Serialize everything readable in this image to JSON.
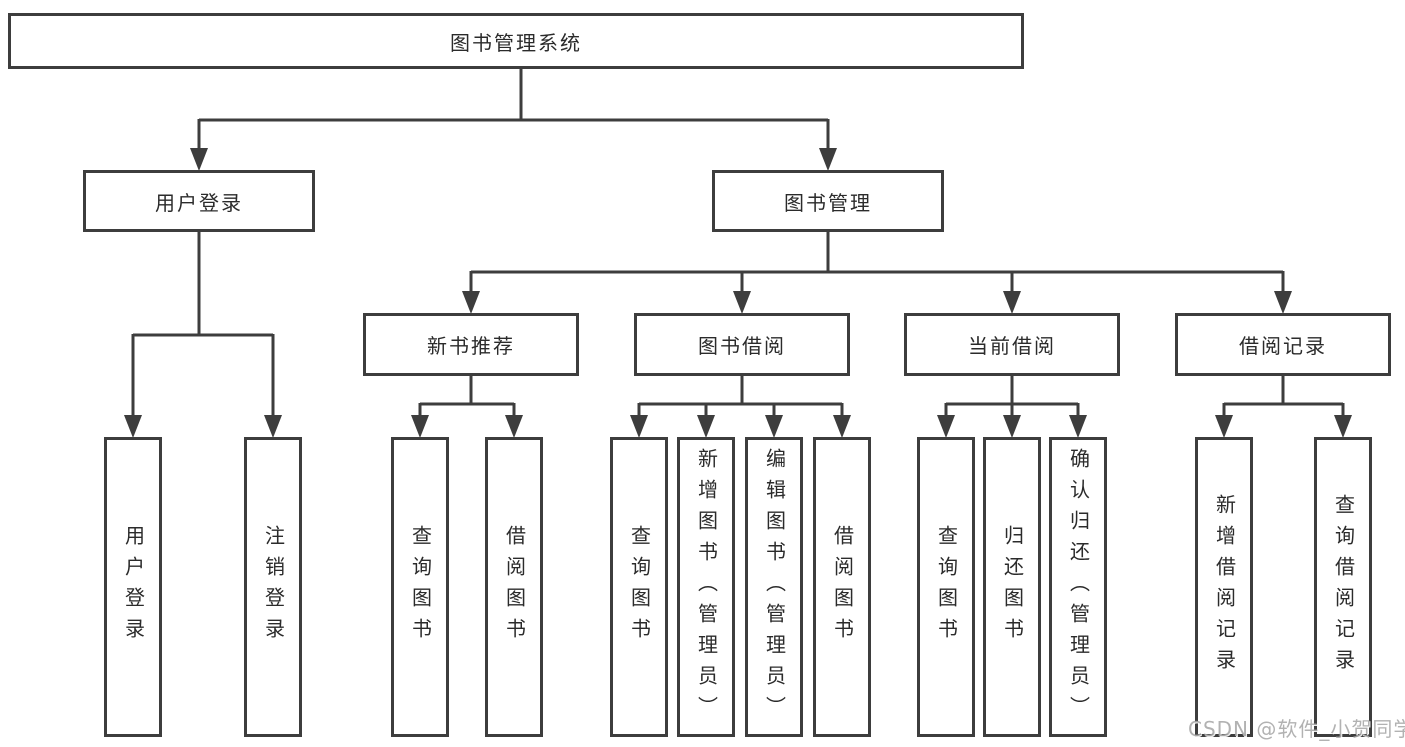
{
  "tree": {
    "root": "图书管理系统",
    "user_login": {
      "label": "用户登录",
      "children": [
        "用户登录",
        "注销登录"
      ]
    },
    "book_mgmt": {
      "label": "图书管理",
      "modules": {
        "new_book": {
          "label": "新书推荐",
          "children": [
            "查询图书",
            "借阅图书"
          ]
        },
        "book_borrow": {
          "label": "图书借阅",
          "children": [
            "查询图书",
            "新增图书（管理员）",
            "编辑图书（管理员）",
            "借阅图书"
          ]
        },
        "current_borrow": {
          "label": "当前借阅",
          "children": [
            "查询图书",
            "归还图书",
            "确认归还（管理员）"
          ]
        },
        "borrow_record": {
          "label": "借阅记录",
          "children": [
            "新增借阅记录",
            "查询借阅记录"
          ]
        }
      }
    }
  },
  "watermark": "CSDN @软件_小贺同学",
  "colors": {
    "line": "#3d3d3d",
    "box_border": "#3d3d3d",
    "text": "#2b2b2b",
    "watermark": "#a5a5a5",
    "background": "#ffffff"
  }
}
